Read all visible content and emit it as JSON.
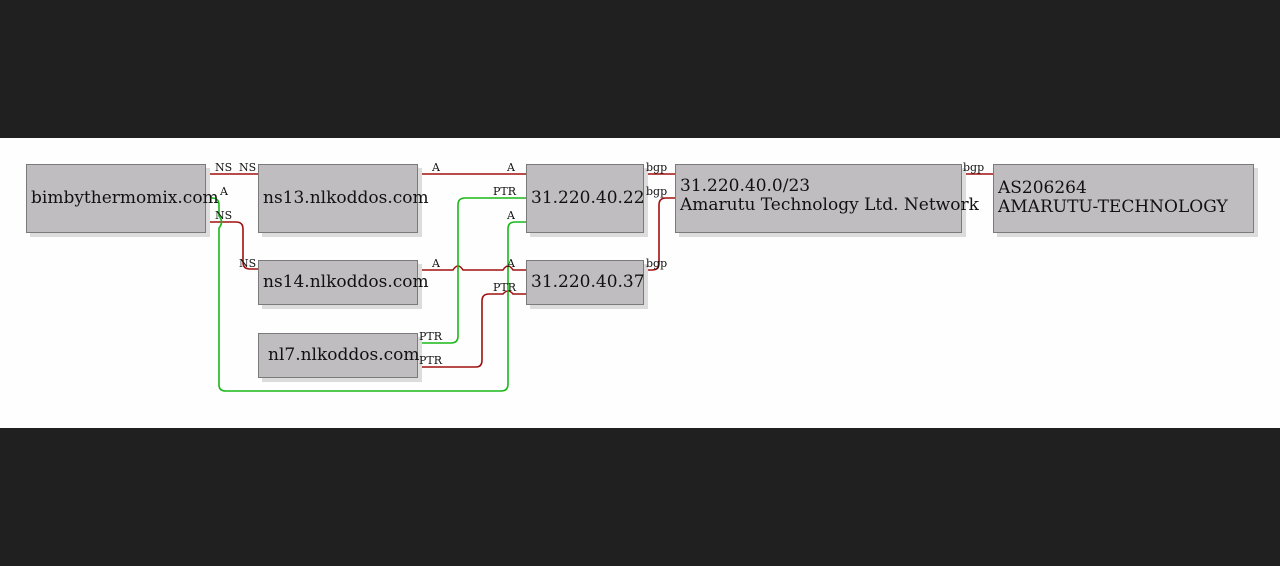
{
  "colors": {
    "canvas": "#fdfefd",
    "backdrop": "#202020",
    "node_fill": "#c0bdc0",
    "edge_red": "#a01010",
    "edge_green": "#18b818"
  },
  "nodes": {
    "domain": "bimbythermomix.com",
    "ns13": "ns13.nlkoddos.com",
    "ns14": "ns14.nlkoddos.com",
    "nl7": "nl7.nlkoddos.com",
    "ip22": "31.220.40.22",
    "ip37": "31.220.40.37",
    "prefix_line1": "31.220.40.0/23",
    "prefix_line2": "Amarutu Technology Ltd. Network",
    "as_line1": "AS206264",
    "as_line2": "AMARUTU-TECHNOLOGY"
  },
  "edge_labels": {
    "ns": "NS",
    "a": "A",
    "ptr": "PTR",
    "bgp": "bgp"
  }
}
